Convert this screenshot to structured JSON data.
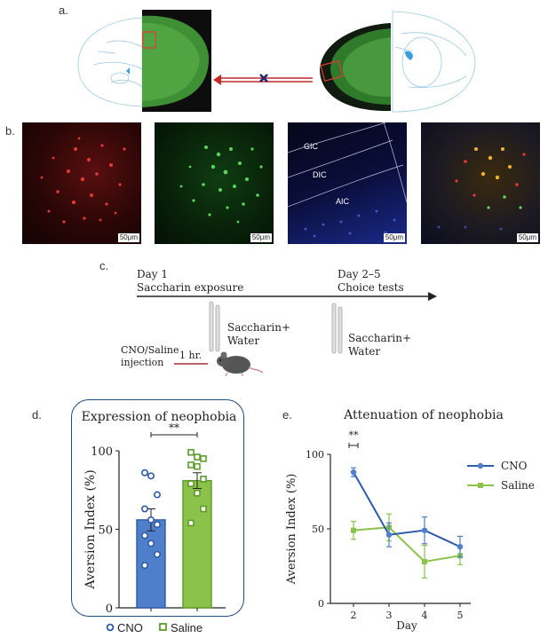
{
  "panel_a": {
    "letter": "a."
  },
  "panel_b": {
    "letter": "b.",
    "scale_bar": "50μm",
    "regions": [
      "GIC",
      "DIC",
      "AIC"
    ]
  },
  "panel_c": {
    "letter": "c.",
    "day1": "Day 1",
    "day1_sub": "Saccharin exposure",
    "day25": "Day 2–5",
    "day25_sub": "Choice tests",
    "cno_saline": "CNO/Saline",
    "injection": "injection",
    "interval": "1 hr.",
    "bottle1_line1": "Saccharin+",
    "bottle1_line2": "Water",
    "bottle2_line1": "Saccharin+",
    "bottle2_line2": "Water"
  },
  "panel_d": {
    "letter": "d.",
    "sig": "**",
    "legend_cno": "CNO",
    "legend_saline": "Saline",
    "colors": {
      "cno": "#4f7ecb",
      "saline": "#8bc34a",
      "cno_dark": "#2e5aa8",
      "saline_dark": "#5d9b2a"
    }
  },
  "panel_e": {
    "letter": "e.",
    "sig": "**",
    "legend_cno": "CNO",
    "legend_saline": "Saline"
  },
  "chart_data": [
    {
      "type": "bar",
      "title": "Expression of neophobia",
      "ylabel": "Aversion Index (%)",
      "ylim": [
        0,
        100
      ],
      "yticks": [
        0,
        50,
        100
      ],
      "categories": [
        "CNO",
        "Saline"
      ],
      "values": [
        56,
        81
      ],
      "sem": [
        7,
        5
      ],
      "points": {
        "CNO": [
          86,
          84,
          72,
          63,
          56,
          53,
          46,
          41,
          34,
          27
        ],
        "Saline": [
          99,
          96,
          95,
          91,
          90,
          82,
          79,
          73,
          63,
          54
        ]
      }
    },
    {
      "type": "line",
      "title": "Attenuation of neophobia",
      "xlabel": "Day",
      "ylabel": "Aversion Index (%)",
      "x": [
        2,
        3,
        4,
        5
      ],
      "ylim": [
        0,
        100
      ],
      "yticks": [
        0,
        50,
        100
      ],
      "series": [
        {
          "name": "CNO",
          "values": [
            88,
            46,
            49,
            38
          ],
          "err": [
            3,
            8,
            9,
            7
          ]
        },
        {
          "name": "Saline",
          "values": [
            49,
            51,
            28,
            32
          ],
          "err": [
            6,
            9,
            11,
            6
          ]
        }
      ]
    }
  ]
}
